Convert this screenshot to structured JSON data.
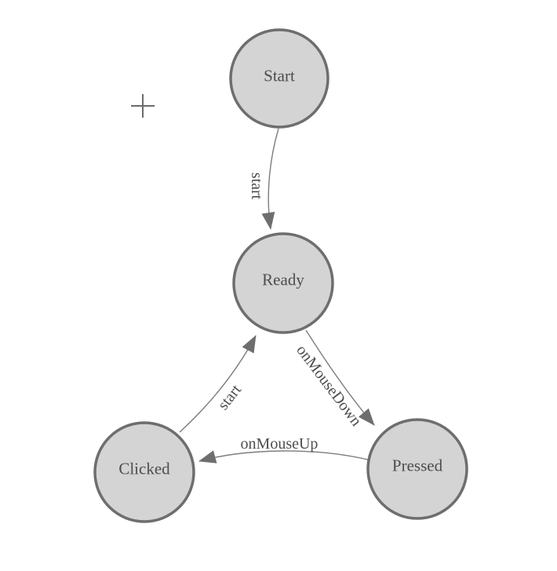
{
  "colors": {
    "background": "#ffffff",
    "node_fill": "#d4d4d4",
    "node_border": "#6e6e6e",
    "edge_line": "#7d7d7d",
    "arrowhead": "#6e6e6e",
    "label_text": "#4d4d4d",
    "crosshair": "#6b6b6b"
  },
  "diagram": {
    "type": "finite-state-machine",
    "nodes": [
      {
        "id": "start",
        "label": "Start"
      },
      {
        "id": "ready",
        "label": "Ready"
      },
      {
        "id": "clicked",
        "label": "Clicked"
      },
      {
        "id": "pressed",
        "label": "Pressed"
      }
    ],
    "edges": [
      {
        "from": "start",
        "to": "ready",
        "label": "start"
      },
      {
        "from": "ready",
        "to": "pressed",
        "label": "onMouseDown"
      },
      {
        "from": "clicked",
        "to": "ready",
        "label": "start"
      },
      {
        "from": "pressed",
        "to": "clicked",
        "label": "onMouseUp"
      }
    ]
  }
}
